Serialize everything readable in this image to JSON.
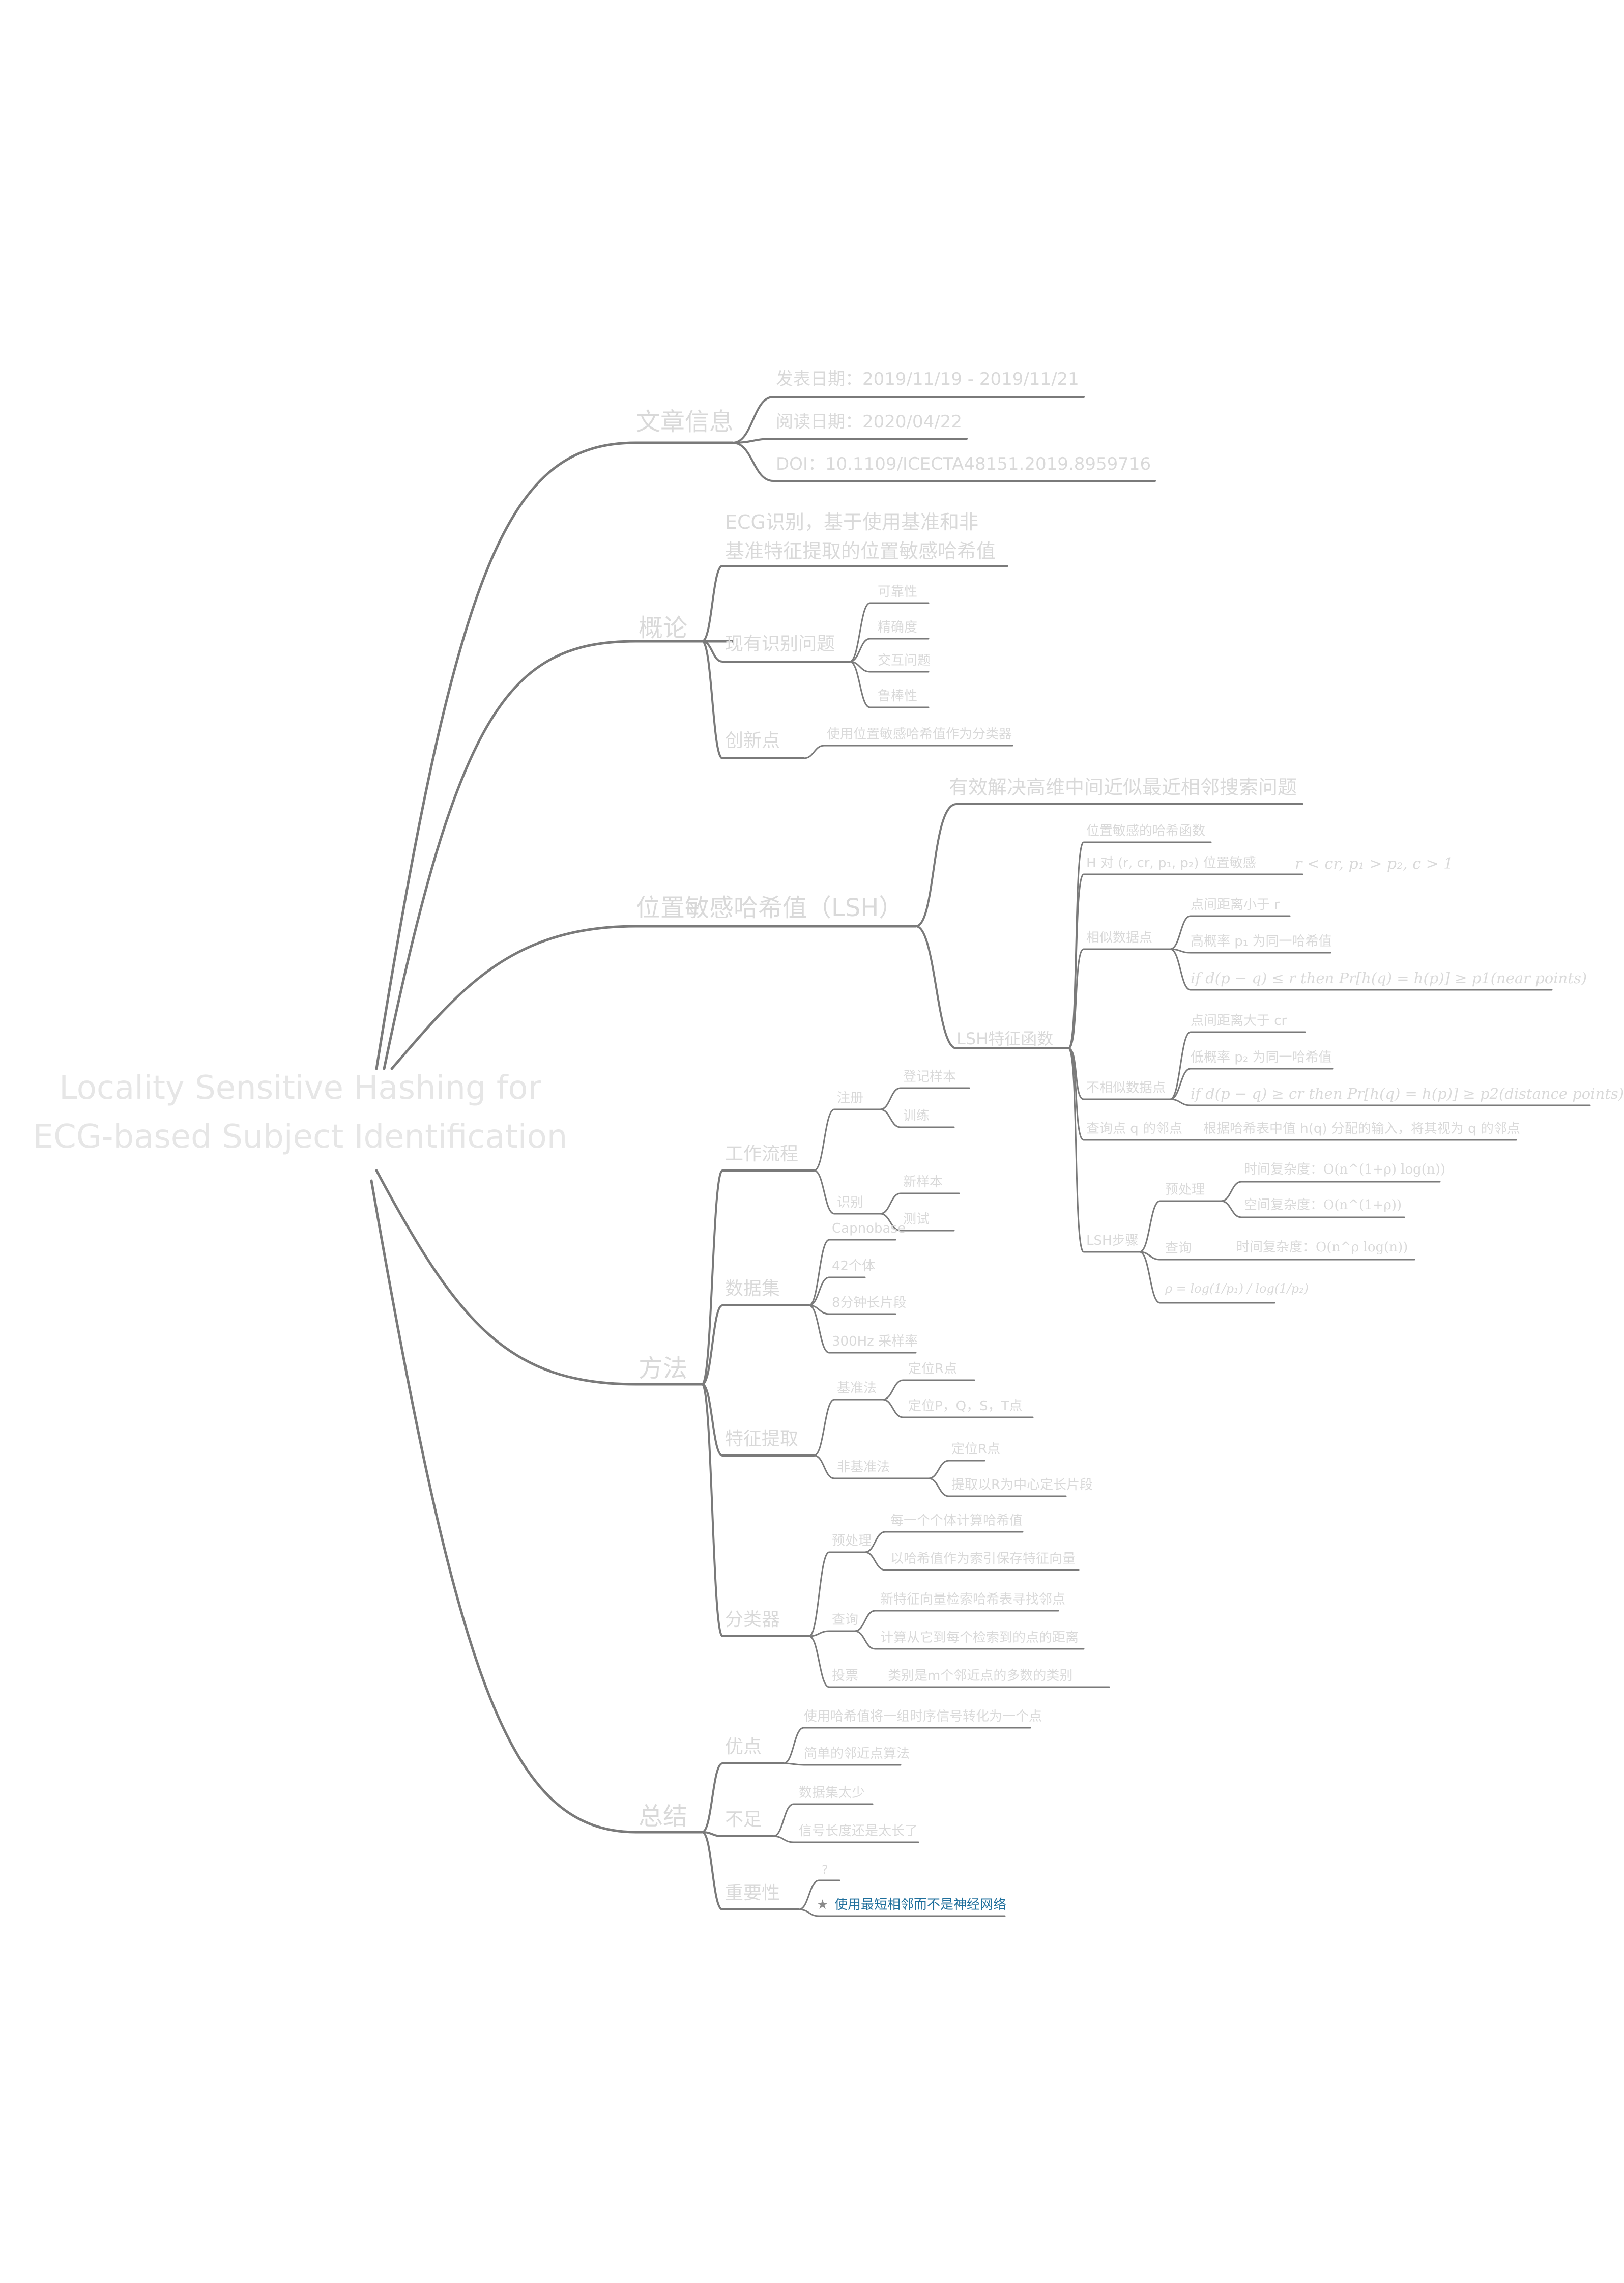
{
  "root": {
    "line1": "Locality Sensitive Hashing for",
    "line2": "ECG-based Subject Identification"
  },
  "branches": {
    "info": {
      "label": "文章信息",
      "items": [
        "发表日期：2019/11/19 - 2019/11/21",
        "阅读日期：2020/04/22",
        "DOI：10.1109/ICECTA48151.2019.8959716"
      ]
    },
    "overview": {
      "label": "概论",
      "summary_line1": "ECG识别，基于使用基准和非",
      "summary_line2": "基准特征提取的位置敏感哈希值",
      "problems_label": "现有识别问题",
      "problems": [
        "可靠性",
        "精确度",
        "交互问题",
        "鲁棒性"
      ],
      "innovation_label": "创新点",
      "innovation": "使用位置敏感哈希值作为分类器"
    },
    "lsh": {
      "label": "位置敏感哈希值（LSH）",
      "solves": "有效解决高维中间近似最近相邻搜索问题",
      "func_label": "LSH特征函数",
      "family": "位置敏感的哈希函数",
      "family_def": "H 对 (r, cr, p₁, p₂) 位置敏感",
      "family_cond": "r < cr, p₁ > p₂, c > 1",
      "similar_label": "相似数据点",
      "similar": [
        "点间距离小于 r",
        "高概率 p₁ 为同一哈希值",
        "if d(p − q) ≤ r then Pr[h(q) = h(p)] ≥ p1(near points)"
      ],
      "dissimilar_label": "不相似数据点",
      "dissimilar": [
        "点间距离大于 cr",
        "低概率 p₂ 为同一哈希值",
        "if d(p − q) ≥ cr then Pr[h(q) = h(p)] ≥ p2(distance points)"
      ],
      "query_near_label": "查询点 q 的邻点",
      "query_near": "根据哈希表中值 h(q) 分配的输入，将其视为 q 的邻点",
      "steps_label": "LSH步骤",
      "preprocess_label": "预处理",
      "preprocess": [
        "时间复杂度：O(n^(1+ρ) log(n))",
        "空间复杂度：O(n^(1+ρ))"
      ],
      "query_label": "查询",
      "query": "时间复杂度：O(n^ρ log(n))",
      "rho": "ρ = log(1/p₁) / log(1/p₂)"
    },
    "method": {
      "label": "方法",
      "workflow_label": "工作流程",
      "register_label": "注册",
      "register": [
        "登记样本",
        "训练"
      ],
      "identify_label": "识别",
      "identify": [
        "新样本",
        "测试"
      ],
      "dataset_label": "数据集",
      "dataset": [
        "Capnobase",
        "42个体",
        "8分钟长片段",
        "300Hz 采样率"
      ],
      "feature_label": "特征提取",
      "fiducial_label": "基准法",
      "fiducial": [
        "定位R点",
        "定位P，Q，S，T点"
      ],
      "nonfiducial_label": "非基准法",
      "nonfiducial": [
        "定位R点",
        "提取以R为中心定长片段"
      ],
      "classifier_label": "分类器",
      "pre_label": "预处理",
      "pre": [
        "每一个个体计算哈希值",
        "以哈希值作为索引保存特征向量"
      ],
      "query_label": "查询",
      "query": [
        "新特征向量检索哈希表寻找邻点",
        "计算从它到每个检索到的点的距离"
      ],
      "vote_label": "投票",
      "vote": "类别是m个邻近点的多数的类别"
    },
    "summary": {
      "label": "总结",
      "pros_label": "优点",
      "pros": [
        "使用哈希值将一组时序信号转化为一个点",
        "简单的邻近点算法"
      ],
      "cons_label": "不足",
      "cons": [
        "数据集太少",
        "信号长度还是太长了"
      ],
      "importance_label": "重要性",
      "importance_q": "?",
      "importance_note": "使用最短相邻而不是神经网络"
    }
  }
}
